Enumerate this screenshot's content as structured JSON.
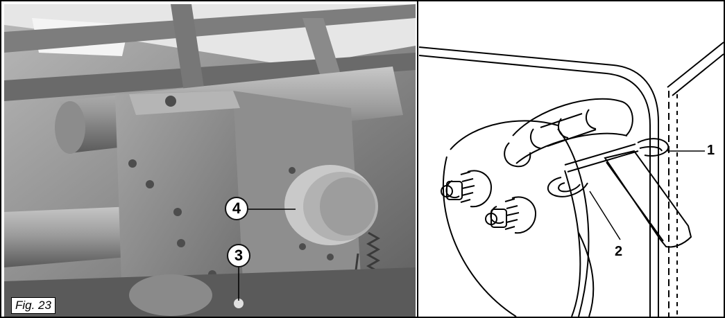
{
  "figure": {
    "caption": "Fig. 23",
    "photo_callouts": [
      "4",
      "3"
    ],
    "drawing_labels": [
      "1",
      "2"
    ]
  }
}
